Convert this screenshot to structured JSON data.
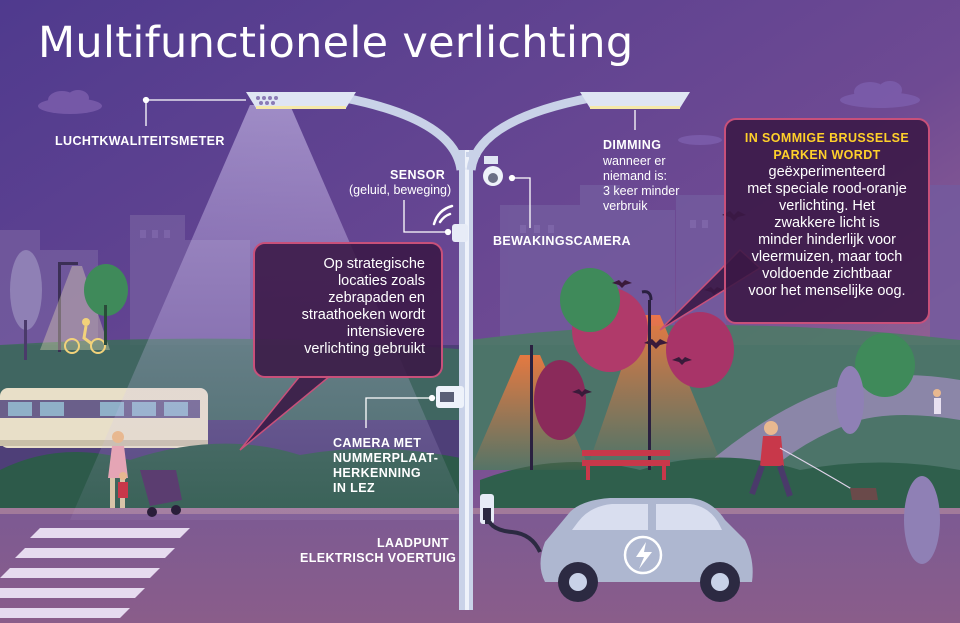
{
  "title": "Multifunctionele verlichting",
  "labels": {
    "air_quality": "LUCHTKWALITEITSMETER",
    "sensor_title": "SENSOR",
    "sensor_sub": "(geluid, beweging)",
    "camera": "BEWAKINGSCAMERA",
    "dimming_title": "DIMMING",
    "dimming_line1": "wanneer er",
    "dimming_line2": "niemand is:",
    "dimming_line3": "3 keer minder",
    "dimming_line4": "verbruik",
    "plate_line1": "CAMERA MET",
    "plate_line2": "NUMMERPLAAT-",
    "plate_line3": "HERKENNING",
    "plate_line4": "IN LEZ",
    "charge_line1": "LAADPUNT",
    "charge_line2": "ELEKTRISCH VOERTUIG"
  },
  "callout_left": {
    "lines": [
      "Op strategische",
      "locaties zoals",
      "zebrapaden en",
      "straathoeken wordt",
      "intensievere",
      "verlichting gebruikt"
    ]
  },
  "callout_right": {
    "highlight_lines": [
      "IN SOMMIGE BRUSSELSE",
      "PARKEN WORDT"
    ],
    "body_lines": [
      "geëxperimenteerd",
      "met speciale rood-oranje",
      "verlichting. Het",
      "zwakkere licht is",
      "minder hinderlijk voor",
      "vleermuizen, maar toch",
      "voldoende zichtbaar",
      "voor het menselijke oog."
    ]
  },
  "colors": {
    "sky_top": "#5b3d91",
    "sky_bottom": "#b9728e",
    "ground": "#7a4f86",
    "callout_border": "#c8507a",
    "highlight": "#ffd02a",
    "lamp_light": "#d8c8f0",
    "park_light": "#ff6a3a"
  },
  "icons": [
    "cloud-icon",
    "wifi-signal-icon",
    "lightning-icon",
    "bat-icon"
  ]
}
